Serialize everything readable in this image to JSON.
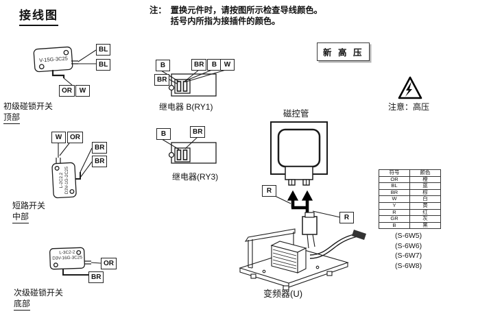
{
  "page": {
    "title": "接线图",
    "note_label": "注：",
    "note_line1": "置换元件时，请按图所示检查导线颜色。",
    "note_line2": "括号内所指为接插件的颜色。",
    "new_hv_badge": "新 高 压",
    "caution_label": "注意：高压"
  },
  "components": {
    "primary_latch_switch": {
      "model": "V-15G-3C25",
      "caption": "初级碰锁开关",
      "location": "顶部",
      "wires": {
        "right_top": "BL",
        "right_bottom": "BL",
        "bottom_left": "OR",
        "bottom_right": "W"
      }
    },
    "relay_b_ry1": {
      "caption": "继电器 B(RY1)",
      "wires": {
        "left_top": "B",
        "left_bottom": "BR",
        "top_1": "BR",
        "top_2": "B",
        "top_3": "W"
      }
    },
    "short_circuit_switch": {
      "model_line1": "L-2C2.2",
      "model_line2": "D3V-1G-2C25",
      "caption": "短路开关",
      "location": "中部",
      "wires": {
        "top_left": "W",
        "top_right": "OR",
        "right_top": "BR",
        "right_bottom": "BR"
      }
    },
    "relay_ry3": {
      "caption": "继电器(RY3)",
      "wires": {
        "left": "B",
        "right": "BR"
      }
    },
    "secondary_latch_switch": {
      "model_line1": "L-3C2-2",
      "model_line2": "D3V-16G-3C25",
      "caption": "次级碰锁开关",
      "location": "底部",
      "wires": {
        "right": "OR",
        "bottom": "BR"
      }
    },
    "magnetron": {
      "caption": "磁控管",
      "wires": {
        "left": "R",
        "right": "R"
      }
    },
    "inverter": {
      "caption": "变频器(U)"
    }
  },
  "color_table": {
    "headers": [
      "符号",
      "颜色"
    ],
    "rows": [
      [
        "OR",
        "橙"
      ],
      [
        "BL",
        "蓝"
      ],
      [
        "BR",
        "棕"
      ],
      [
        "W",
        "白"
      ],
      [
        "Y",
        "黄"
      ],
      [
        "R",
        "红"
      ],
      [
        "GR",
        "灰"
      ],
      [
        "B",
        "黑"
      ]
    ]
  },
  "model_refs": [
    "(S-6W5)",
    "(S-6W6)",
    "(S-6W7)",
    "(S-6W8)"
  ]
}
